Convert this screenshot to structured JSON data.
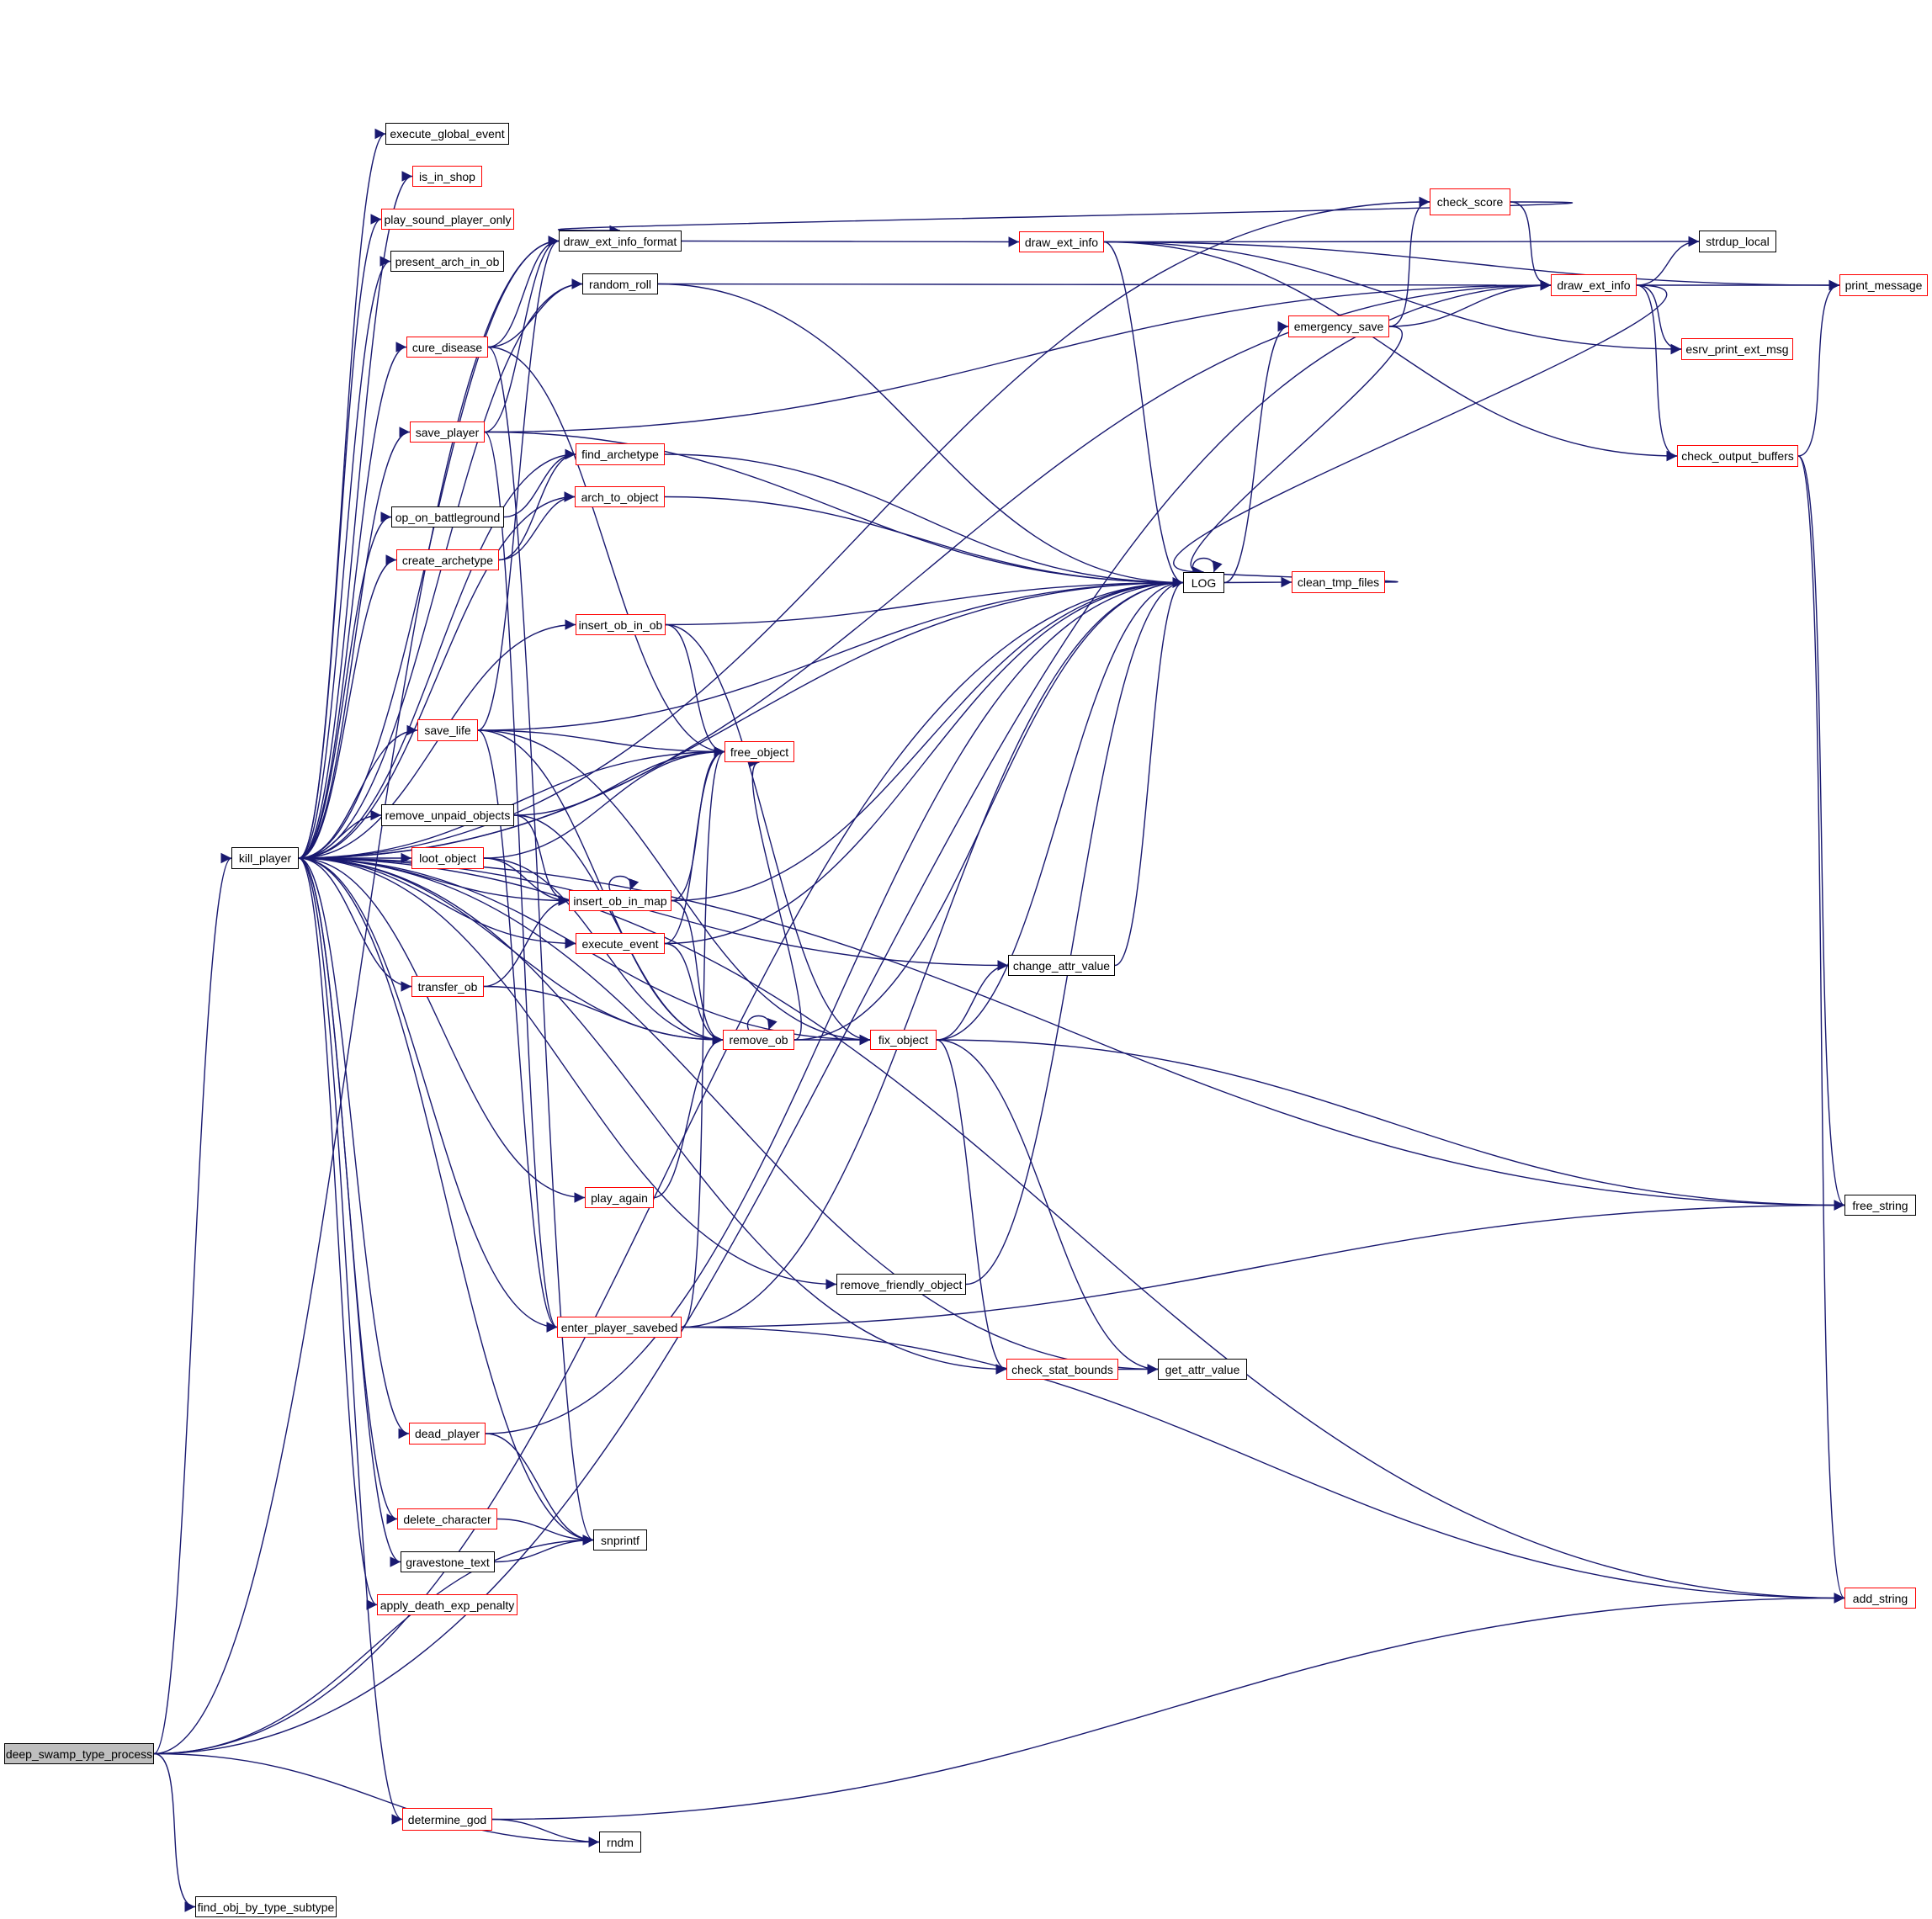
{
  "graph": {
    "title": "deep_swamp_type_process call graph",
    "colors": {
      "edge": "#191970",
      "linked_border": "#000000",
      "truncated_border": "#ff0000",
      "root_fill": "#bfbfbf"
    },
    "nodes": [
      {
        "id": "deep_swamp_type_process",
        "label": "deep_swamp_type_process",
        "style": "root"
      },
      {
        "id": "kill_player",
        "label": "kill_player",
        "style": "black"
      },
      {
        "id": "execute_global_event",
        "label": "execute_global_event",
        "style": "black"
      },
      {
        "id": "is_in_shop",
        "label": "is_in_shop",
        "style": "red"
      },
      {
        "id": "play_sound_player_only",
        "label": "play_sound_player_only",
        "style": "red"
      },
      {
        "id": "present_arch_in_ob",
        "label": "present_arch_in_ob",
        "style": "black"
      },
      {
        "id": "cure_disease",
        "label": "cure_disease",
        "style": "red"
      },
      {
        "id": "save_player",
        "label": "save_player",
        "style": "red"
      },
      {
        "id": "op_on_battleground",
        "label": "op_on_battleground",
        "style": "black"
      },
      {
        "id": "create_archetype",
        "label": "create_archetype",
        "style": "red"
      },
      {
        "id": "save_life",
        "label": "save_life",
        "style": "red"
      },
      {
        "id": "remove_unpaid_objects",
        "label": "remove_unpaid_objects",
        "style": "black"
      },
      {
        "id": "loot_object",
        "label": "loot_object",
        "style": "red"
      },
      {
        "id": "transfer_ob",
        "label": "transfer_ob",
        "style": "red"
      },
      {
        "id": "dead_player",
        "label": "dead_player",
        "style": "red"
      },
      {
        "id": "delete_character",
        "label": "delete_character",
        "style": "red"
      },
      {
        "id": "gravestone_text",
        "label": "gravestone_text",
        "style": "black"
      },
      {
        "id": "apply_death_exp_penalty",
        "label": "apply_death_exp_penalty",
        "style": "red"
      },
      {
        "id": "determine_god",
        "label": "determine_god",
        "style": "red"
      },
      {
        "id": "find_obj_by_type_subtype",
        "label": "find_obj_by_type_subtype",
        "style": "black"
      },
      {
        "id": "draw_ext_info_format",
        "label": "draw_ext_info_format",
        "style": "black"
      },
      {
        "id": "random_roll",
        "label": "random_roll",
        "style": "black"
      },
      {
        "id": "find_archetype",
        "label": "find_archetype",
        "style": "red"
      },
      {
        "id": "arch_to_object",
        "label": "arch_to_object",
        "style": "red"
      },
      {
        "id": "insert_ob_in_ob",
        "label": "insert_ob_in_ob",
        "style": "red"
      },
      {
        "id": "free_object",
        "label": "free_object",
        "style": "red"
      },
      {
        "id": "insert_ob_in_map",
        "label": "insert_ob_in_map",
        "style": "red"
      },
      {
        "id": "execute_event",
        "label": "execute_event",
        "style": "red"
      },
      {
        "id": "remove_ob",
        "label": "remove_ob",
        "style": "red"
      },
      {
        "id": "play_again",
        "label": "play_again",
        "style": "red"
      },
      {
        "id": "enter_player_savebed",
        "label": "enter_player_savebed",
        "style": "red"
      },
      {
        "id": "snprintf",
        "label": "snprintf",
        "style": "black"
      },
      {
        "id": "rndm",
        "label": "rndm",
        "style": "black"
      },
      {
        "id": "draw_ext_info_mid",
        "label": "draw_ext_info",
        "style": "red"
      },
      {
        "id": "fix_object",
        "label": "fix_object",
        "style": "red"
      },
      {
        "id": "change_attr_value",
        "label": "change_attr_value",
        "style": "black"
      },
      {
        "id": "remove_friendly_object",
        "label": "remove_friendly_object",
        "style": "black"
      },
      {
        "id": "check_stat_bounds",
        "label": "check_stat_bounds",
        "style": "red"
      },
      {
        "id": "get_attr_value",
        "label": "get_attr_value",
        "style": "black"
      },
      {
        "id": "LOG",
        "label": "LOG",
        "style": "black"
      },
      {
        "id": "clean_tmp_files",
        "label": "clean_tmp_files",
        "style": "red"
      },
      {
        "id": "emergency_save",
        "label": "emergency_save",
        "style": "red"
      },
      {
        "id": "check_score",
        "label": "check_score",
        "style": "red"
      },
      {
        "id": "draw_ext_info",
        "label": "draw_ext_info",
        "style": "red"
      },
      {
        "id": "strdup_local",
        "label": "strdup_local",
        "style": "black"
      },
      {
        "id": "print_message",
        "label": "print_message",
        "style": "red"
      },
      {
        "id": "esrv_print_ext_msg",
        "label": "esrv_print_ext_msg",
        "style": "red"
      },
      {
        "id": "check_output_buffers",
        "label": "check_output_buffers",
        "style": "red"
      },
      {
        "id": "free_string",
        "label": "free_string",
        "style": "black"
      },
      {
        "id": "add_string",
        "label": "add_string",
        "style": "red"
      }
    ],
    "edges": [
      [
        "deep_swamp_type_process",
        "kill_player"
      ],
      [
        "deep_swamp_type_process",
        "snprintf"
      ],
      [
        "deep_swamp_type_process",
        "LOG"
      ],
      [
        "deep_swamp_type_process",
        "rndm"
      ],
      [
        "deep_swamp_type_process",
        "find_obj_by_type_subtype"
      ],
      [
        "deep_swamp_type_process",
        "draw_ext_info_format"
      ],
      [
        "deep_swamp_type_process",
        "draw_ext_info"
      ],
      [
        "kill_player",
        "execute_global_event"
      ],
      [
        "kill_player",
        "is_in_shop"
      ],
      [
        "kill_player",
        "play_sound_player_only"
      ],
      [
        "kill_player",
        "present_arch_in_ob"
      ],
      [
        "kill_player",
        "cure_disease"
      ],
      [
        "kill_player",
        "save_player"
      ],
      [
        "kill_player",
        "op_on_battleground"
      ],
      [
        "kill_player",
        "create_archetype"
      ],
      [
        "kill_player",
        "save_life"
      ],
      [
        "kill_player",
        "remove_unpaid_objects"
      ],
      [
        "kill_player",
        "loot_object"
      ],
      [
        "kill_player",
        "transfer_ob"
      ],
      [
        "kill_player",
        "dead_player"
      ],
      [
        "kill_player",
        "delete_character"
      ],
      [
        "kill_player",
        "gravestone_text"
      ],
      [
        "kill_player",
        "apply_death_exp_penalty"
      ],
      [
        "kill_player",
        "determine_god"
      ],
      [
        "kill_player",
        "draw_ext_info_format"
      ],
      [
        "kill_player",
        "random_roll"
      ],
      [
        "kill_player",
        "find_archetype"
      ],
      [
        "kill_player",
        "arch_to_object"
      ],
      [
        "kill_player",
        "insert_ob_in_ob"
      ],
      [
        "kill_player",
        "free_object"
      ],
      [
        "kill_player",
        "insert_ob_in_map"
      ],
      [
        "kill_player",
        "execute_event"
      ],
      [
        "kill_player",
        "remove_ob"
      ],
      [
        "kill_player",
        "play_again"
      ],
      [
        "kill_player",
        "enter_player_savebed"
      ],
      [
        "kill_player",
        "snprintf"
      ],
      [
        "kill_player",
        "LOG"
      ],
      [
        "kill_player",
        "fix_object"
      ],
      [
        "kill_player",
        "check_stat_bounds"
      ],
      [
        "kill_player",
        "get_attr_value"
      ],
      [
        "kill_player",
        "change_attr_value"
      ],
      [
        "kill_player",
        "free_string"
      ],
      [
        "kill_player",
        "add_string"
      ],
      [
        "kill_player",
        "check_score"
      ],
      [
        "kill_player",
        "draw_ext_info"
      ],
      [
        "kill_player",
        "remove_friendly_object"
      ],
      [
        "cure_disease",
        "draw_ext_info_format"
      ],
      [
        "cure_disease",
        "random_roll"
      ],
      [
        "cure_disease",
        "free_object"
      ],
      [
        "cure_disease",
        "snprintf"
      ],
      [
        "save_player",
        "draw_ext_info_format"
      ],
      [
        "save_player",
        "LOG"
      ],
      [
        "save_player",
        "draw_ext_info"
      ],
      [
        "save_player",
        "enter_player_savebed"
      ],
      [
        "op_on_battleground",
        "find_archetype"
      ],
      [
        "create_archetype",
        "find_archetype"
      ],
      [
        "create_archetype",
        "arch_to_object"
      ],
      [
        "save_life",
        "draw_ext_info_format"
      ],
      [
        "save_life",
        "free_object"
      ],
      [
        "save_life",
        "fix_object"
      ],
      [
        "save_life",
        "remove_ob"
      ],
      [
        "save_life",
        "enter_player_savebed"
      ],
      [
        "save_life",
        "LOG"
      ],
      [
        "remove_unpaid_objects",
        "free_object"
      ],
      [
        "remove_unpaid_objects",
        "insert_ob_in_map"
      ],
      [
        "remove_unpaid_objects",
        "remove_ob"
      ],
      [
        "loot_object",
        "free_object"
      ],
      [
        "loot_object",
        "insert_ob_in_map"
      ],
      [
        "loot_object",
        "remove_ob"
      ],
      [
        "transfer_ob",
        "insert_ob_in_map"
      ],
      [
        "transfer_ob",
        "remove_ob"
      ],
      [
        "dead_player",
        "snprintf"
      ],
      [
        "dead_player",
        "LOG"
      ],
      [
        "delete_character",
        "snprintf"
      ],
      [
        "gravestone_text",
        "snprintf"
      ],
      [
        "determine_god",
        "rndm"
      ],
      [
        "determine_god",
        "add_string"
      ],
      [
        "draw_ext_info_format",
        "draw_ext_info_mid"
      ],
      [
        "random_roll",
        "draw_ext_info"
      ],
      [
        "random_roll",
        "LOG"
      ],
      [
        "find_archetype",
        "LOG"
      ],
      [
        "arch_to_object",
        "LOG"
      ],
      [
        "insert_ob_in_ob",
        "LOG"
      ],
      [
        "insert_ob_in_ob",
        "free_object"
      ],
      [
        "insert_ob_in_ob",
        "fix_object"
      ],
      [
        "insert_ob_in_map",
        "LOG"
      ],
      [
        "insert_ob_in_map",
        "free_object"
      ],
      [
        "insert_ob_in_map",
        "insert_ob_in_map"
      ],
      [
        "insert_ob_in_map",
        "remove_ob"
      ],
      [
        "execute_event",
        "LOG"
      ],
      [
        "execute_event",
        "free_object"
      ],
      [
        "execute_event",
        "remove_ob"
      ],
      [
        "remove_ob",
        "fix_object"
      ],
      [
        "remove_ob",
        "LOG"
      ],
      [
        "remove_ob",
        "remove_ob"
      ],
      [
        "remove_ob",
        "free_object"
      ],
      [
        "play_again",
        "remove_ob"
      ],
      [
        "enter_player_savebed",
        "free_object"
      ],
      [
        "enter_player_savebed",
        "LOG"
      ],
      [
        "enter_player_savebed",
        "free_string"
      ],
      [
        "enter_player_savebed",
        "add_string"
      ],
      [
        "draw_ext_info_mid",
        "strdup_local"
      ],
      [
        "draw_ext_info_mid",
        "LOG"
      ],
      [
        "draw_ext_info_mid",
        "print_message"
      ],
      [
        "draw_ext_info_mid",
        "esrv_print_ext_msg"
      ],
      [
        "draw_ext_info_mid",
        "check_output_buffers"
      ],
      [
        "fix_object",
        "change_attr_value"
      ],
      [
        "fix_object",
        "LOG"
      ],
      [
        "fix_object",
        "free_string"
      ],
      [
        "fix_object",
        "check_stat_bounds"
      ],
      [
        "fix_object",
        "get_attr_value"
      ],
      [
        "change_attr_value",
        "LOG"
      ],
      [
        "remove_friendly_object",
        "LOG"
      ],
      [
        "check_stat_bounds",
        "get_attr_value"
      ],
      [
        "LOG",
        "LOG"
      ],
      [
        "LOG",
        "clean_tmp_files"
      ],
      [
        "LOG",
        "emergency_save"
      ],
      [
        "clean_tmp_files",
        "LOG"
      ],
      [
        "emergency_save",
        "check_score"
      ],
      [
        "emergency_save",
        "draw_ext_info"
      ],
      [
        "emergency_save",
        "LOG"
      ],
      [
        "check_score",
        "draw_ext_info_format"
      ],
      [
        "check_score",
        "draw_ext_info"
      ],
      [
        "draw_ext_info",
        "strdup_local"
      ],
      [
        "draw_ext_info",
        "print_message"
      ],
      [
        "draw_ext_info",
        "esrv_print_ext_msg"
      ],
      [
        "draw_ext_info",
        "check_output_buffers"
      ],
      [
        "draw_ext_info",
        "LOG"
      ],
      [
        "check_output_buffers",
        "print_message"
      ],
      [
        "check_output_buffers",
        "free_string"
      ],
      [
        "check_output_buffers",
        "add_string"
      ]
    ]
  }
}
